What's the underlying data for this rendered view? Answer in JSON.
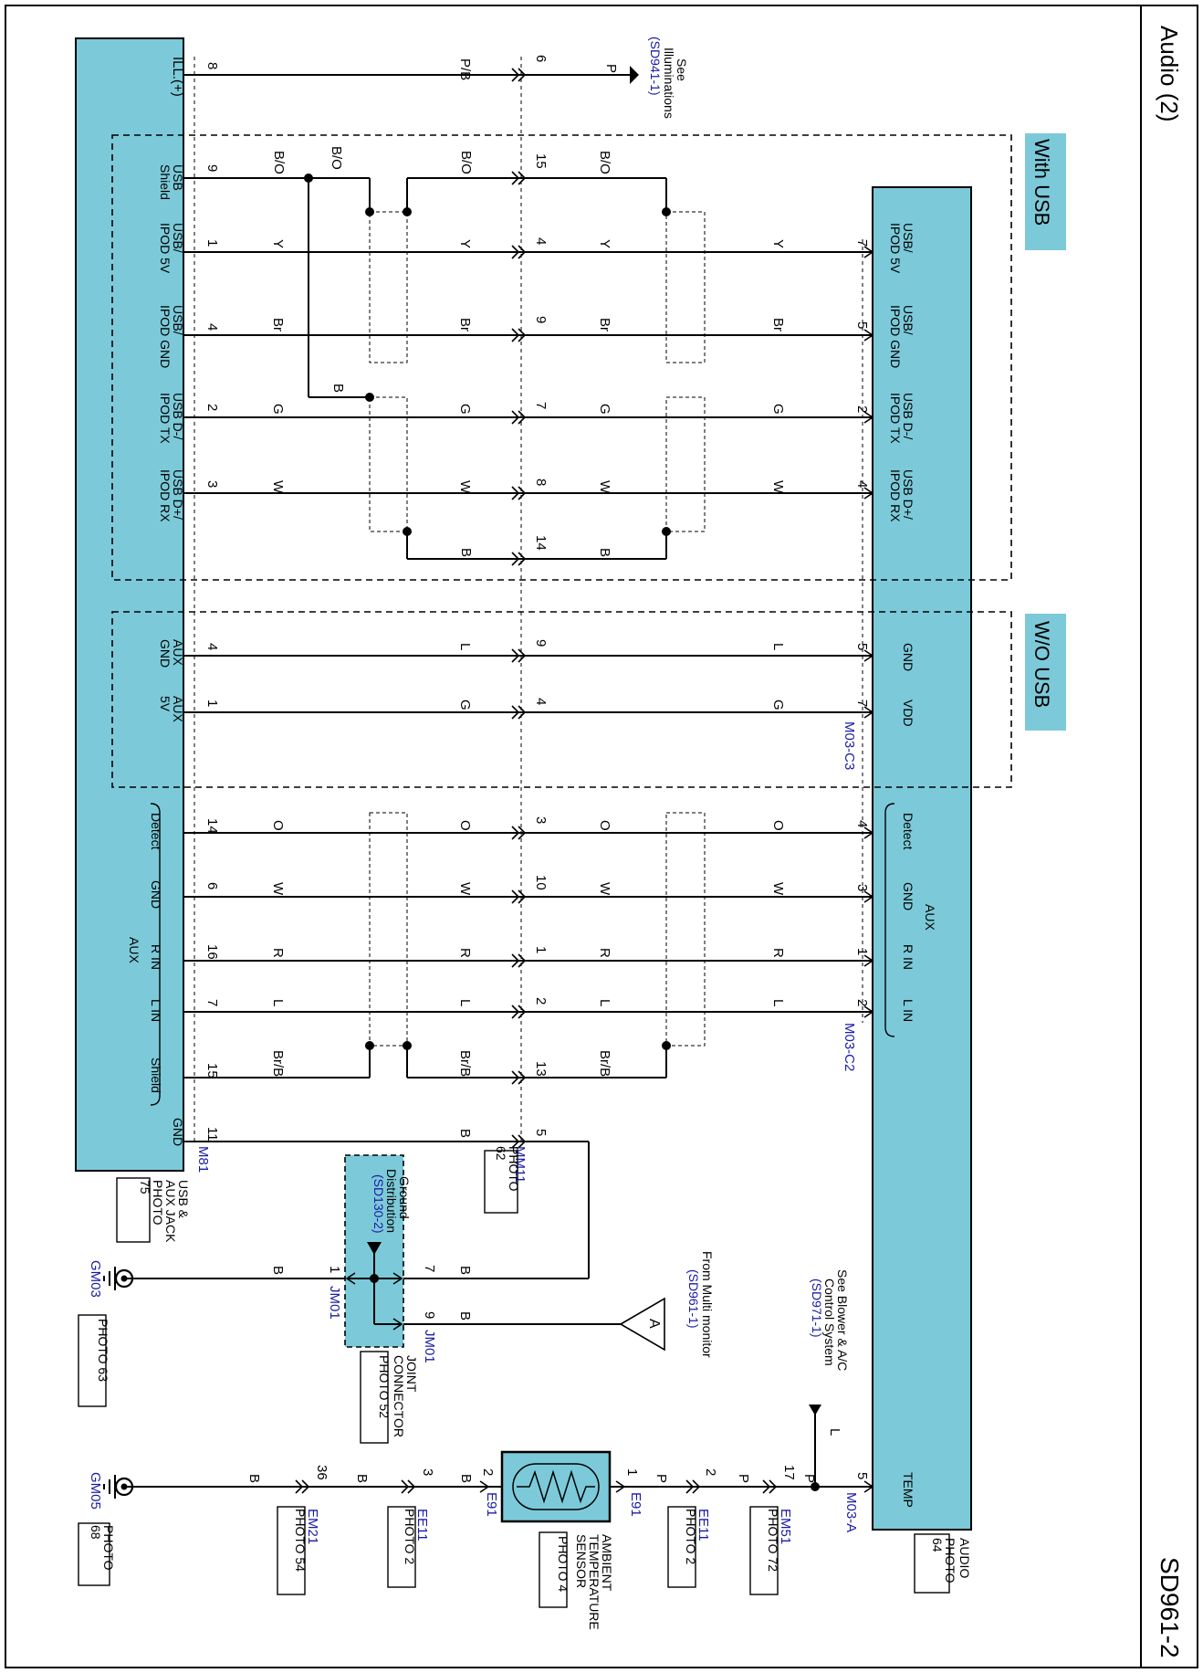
{
  "header": {
    "title": "Audio (2)",
    "code": "SD961-2"
  },
  "sections": {
    "with_usb": "With USB",
    "wo_usb": "W/O USB"
  },
  "references": {
    "illum_see": "See",
    "illum_name": "Illuminations",
    "illum_code": "(SD941-1)",
    "multi_from": "From Multi monitor",
    "multi_code": "(SD961-1)",
    "multi_letter": "A",
    "blower_see": "See Blower & A/C",
    "blower_name": "Control System",
    "blower_code": "(SD971-1)",
    "gdist_title": "Ground",
    "gdist_name": "Distribution",
    "gdist_code": "(SD130-2)"
  },
  "components": {
    "usb_jack": {
      "line1": "USB &",
      "line2": "AUX JACK",
      "photo_l1": "PHOTO",
      "photo_l2": "75"
    },
    "audio": {
      "line1": "AUDIO",
      "photo_l1": "PHOTO",
      "photo_l2": "64"
    },
    "sensor": {
      "line1": "AMBIENT",
      "line2": "TEMPERATURE",
      "line3": "SENSOR",
      "photo": "PHOTO 4"
    },
    "joint": {
      "line1": "JOINT",
      "line2": "CONNECTOR",
      "photo": "PHOTO 52"
    }
  },
  "connectors": {
    "m81": "M81",
    "mm11": "MM11",
    "mm11_photo_l1": "PHOTO",
    "mm11_photo_l2": "62",
    "m03c3": "M03-C3",
    "m03c2": "M03-C2",
    "m03a": "M03-A",
    "jm01a": "JM01",
    "jm01b": "JM01",
    "em51": "EM51",
    "em51_photo": "PHOTO 72",
    "ee11a": "EE11",
    "ee11a_photo": "PHOTO 2",
    "e91a": "E91",
    "e91b": "E91",
    "ee11b": "EE11",
    "ee11b_photo": "PHOTO 2",
    "em21": "EM21",
    "em21_photo": "PHOTO 54",
    "gm03": "GM03",
    "gm03_photo": "PHOTO 63",
    "gm05": "GM05",
    "gm05_photo_l1": "PHOTO",
    "gm05_photo_l2": "68"
  },
  "pins": {
    "jack": {
      "ill": "ILL.(+)",
      "usb_shield_1": "USB",
      "usb_shield_2": "Shield",
      "usb5v_1": "USB/",
      "usb5v_2": "IPOD 5V",
      "usbgnd_1": "USB/",
      "usbgnd_2": "IPOD GND",
      "usbdm_1": "USB D-/",
      "usbdm_2": "IPOD TX",
      "usbdp_1": "USB D+/",
      "usbdp_2": "IPOD RX",
      "auxgnd_1": "AUX",
      "auxgnd_2": "GND",
      "aux5v_1": "AUX",
      "aux5v_2": "5V",
      "detect": "Detect",
      "gnd": "GND",
      "rin": "R IN",
      "lin": "L IN",
      "shield": "Shield",
      "gnd2": "GND",
      "aux": "AUX"
    },
    "audio": {
      "usb5v_1": "USB/",
      "usb5v_2": "IPOD 5V",
      "usbgnd_1": "USB/",
      "usbgnd_2": "IPOD GND",
      "usbdm_1": "USB D-/",
      "usbdm_2": "IPOD TX",
      "usbdp_1": "USB D+/",
      "usbdp_2": "IPOD RX",
      "gnd": "GND",
      "vdd": "VDD",
      "detect": "Detect",
      "gnd2": "GND",
      "rin": "R IN",
      "lin": "L IN",
      "aux": "AUX",
      "temp": "TEMP"
    }
  },
  "wires": {
    "ill": {
      "jack_pin": "8",
      "color_left": "P/B",
      "mm11_pin": "6",
      "color_right": "P"
    },
    "shield": {
      "jack_pin": "9",
      "c1": "B/O",
      "c2": "B/O",
      "c3": "B/O",
      "mm11_pin": "15",
      "c4": "B/O"
    },
    "usb5v": {
      "jack_pin": "1",
      "c1": "Y",
      "c2": "Y",
      "mm11_pin": "4",
      "c3": "Y",
      "c4": "Y",
      "audio_pin": "7"
    },
    "usbgnd": {
      "jack_pin": "4",
      "c1": "Br",
      "c2": "Br",
      "mm11_pin": "9",
      "c3": "Br",
      "c4": "Br",
      "audio_pin": "5"
    },
    "usbdm": {
      "jack_pin": "2",
      "c1": "G",
      "c2": "G",
      "mm11_pin": "7",
      "c3": "G",
      "c4": "G",
      "audio_pin": "2"
    },
    "usbdp": {
      "jack_pin": "3",
      "c1": "W",
      "c2": "W",
      "mm11_pin": "8",
      "c3": "W",
      "c4": "W",
      "audio_pin": "4"
    },
    "usbshield_b": {
      "c_vert": "B",
      "c1": "B",
      "mm11_pin": "14",
      "c2": "B"
    },
    "auxgnd": {
      "jack_pin": "4",
      "c1": "L",
      "mm11_pin": "9",
      "c2": "L",
      "audio_pin": "5"
    },
    "aux5v": {
      "jack_pin": "1",
      "c1": "G",
      "mm11_pin": "4",
      "c2": "G",
      "audio_pin": "7"
    },
    "detect": {
      "jack_pin": "14",
      "c1": "O",
      "c2": "O",
      "mm11_pin": "3",
      "c3": "O",
      "c4": "O",
      "audio_pin": "4"
    },
    "agnd": {
      "jack_pin": "6",
      "c1": "W",
      "c2": "W",
      "mm11_pin": "10",
      "c3": "W",
      "c4": "W",
      "audio_pin": "3"
    },
    "rin": {
      "jack_pin": "16",
      "c1": "R",
      "c2": "R",
      "mm11_pin": "1",
      "c3": "R",
      "c4": "R",
      "audio_pin": "1"
    },
    "lin": {
      "jack_pin": "7",
      "c1": "L",
      "c2": "L",
      "mm11_pin": "2",
      "c3": "L",
      "c4": "L",
      "audio_pin": "2"
    },
    "ashield": {
      "jack_pin": "15",
      "c1": "Br/B",
      "c2": "Br/B",
      "mm11_pin": "13",
      "c3": "Br/B"
    },
    "gnd": {
      "jack_pin": "11",
      "c1": "B",
      "mm11_pin": "5",
      "c2": "B",
      "jm01_pin": "7"
    },
    "gm03": {
      "jm01_pin": "1",
      "c1": "B"
    },
    "multi": {
      "jm01_pin": "9",
      "c1": "B"
    },
    "temp": {
      "audio_pin": "5",
      "c_up": "L",
      "c1": "P",
      "em51_pin": "17",
      "c2": "P",
      "ee11_pin": "2",
      "c3": "P",
      "e91_pin1": "1",
      "e91_pin2": "2",
      "c4": "B",
      "ee11b_pin": "3",
      "c5": "B",
      "em21_pin": "36",
      "c6": "B"
    }
  }
}
